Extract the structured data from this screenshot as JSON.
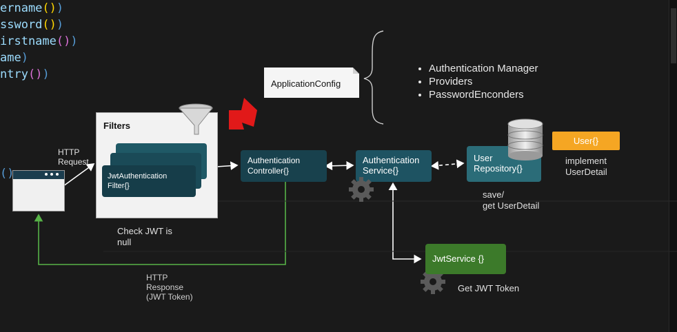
{
  "code_lines": [
    {
      "id": "ername",
      "call": "()",
      "close": ")"
    },
    {
      "id": "ssword",
      "call": "()",
      "close": ")"
    },
    {
      "id": "irstname",
      "call": "()",
      "close": ")"
    },
    {
      "id": "ame",
      "call": "",
      "close": ")"
    },
    {
      "id": "ntry",
      "call": "()",
      "close": ")"
    }
  ],
  "code_fragment_left": "()",
  "application_config": "ApplicationConfig",
  "config_items": [
    "Authentication Manager",
    "Providers",
    "PasswordEnconders"
  ],
  "filters_title": "Filters",
  "jwt_filter": [
    "JwtAuthentication",
    "Filter{}"
  ],
  "http_request": [
    "HTTP",
    "Request"
  ],
  "check_jwt": [
    "Check JWT is",
    "null"
  ],
  "http_response": [
    "HTTP",
    "Response",
    "(JWT Token)"
  ],
  "auth_controller": [
    "Authentication",
    "Controller{}"
  ],
  "auth_service": [
    "Authentication",
    "Service{}"
  ],
  "user_repository": [
    "User",
    "Repository{}"
  ],
  "save_get": [
    "save/",
    "get UserDetail"
  ],
  "user_entity": "User{}",
  "implement": [
    "implement",
    "UserDetail"
  ],
  "jwt_service": "JwtService {}",
  "get_jwt_token": "Get JWT Token",
  "colors": {
    "teal_dark": "#18414d",
    "teal_mid": "#2b6c78",
    "green": "#3c7a2a",
    "orange": "#f5a623",
    "red_arrow": "#e11919"
  }
}
